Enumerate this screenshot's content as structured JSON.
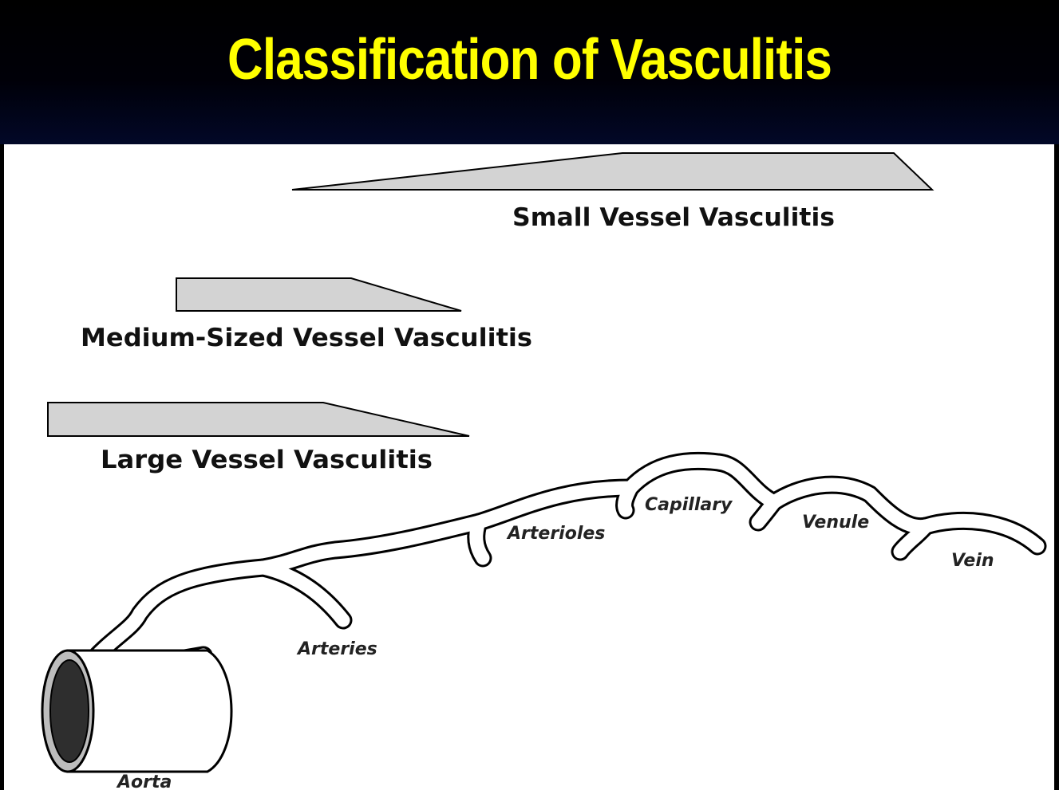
{
  "slide": {
    "title": "Classification of Vasculitis",
    "title_color": "#ffff00",
    "header_background": "#000000",
    "panel_background": "#ffffff"
  },
  "categories": {
    "small": "Small Vessel Vasculitis",
    "medium": "Medium-Sized Vessel Vasculitis",
    "large": "Large Vessel  Vasculitis"
  },
  "vessels": {
    "aorta": "Aorta",
    "arteries": "Arteries",
    "arterioles": "Arterioles",
    "capillary": "Capillary",
    "venule": "Venule",
    "vein": "Vein"
  },
  "bar_fill": "#d3d3d3"
}
